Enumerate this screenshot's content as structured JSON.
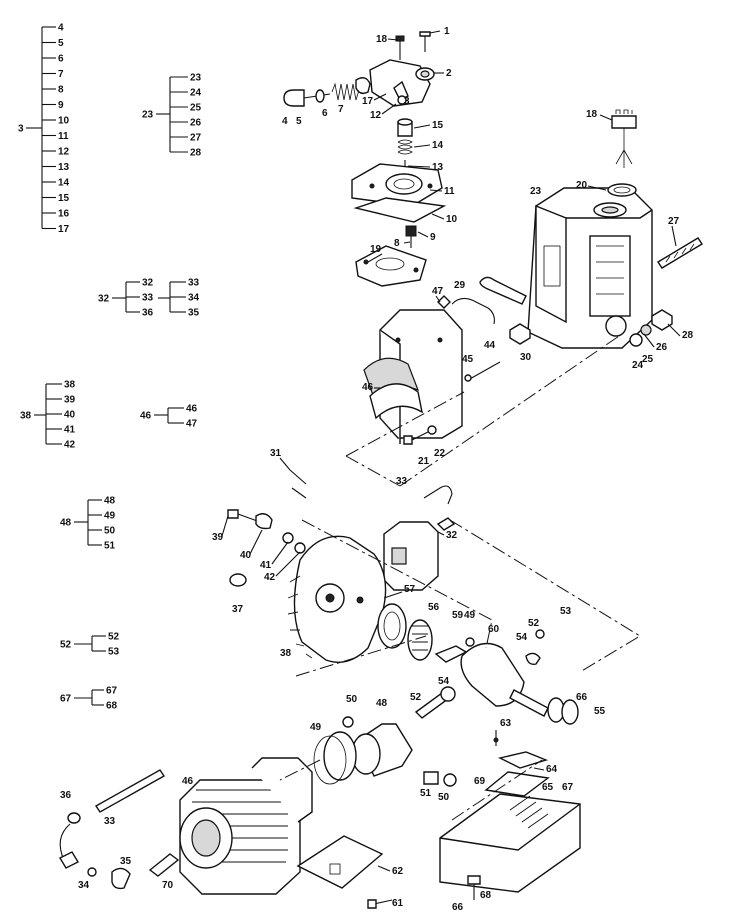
{
  "groups": [
    {
      "parent": "3",
      "children": [
        "4",
        "5",
        "6",
        "7",
        "8",
        "9",
        "10",
        "11",
        "12",
        "13",
        "14",
        "15",
        "16",
        "17"
      ]
    },
    {
      "parent": "23",
      "children": [
        "23",
        "24",
        "25",
        "26",
        "27",
        "28"
      ]
    },
    {
      "parent": "32",
      "children": [
        "32",
        "33",
        "36"
      ]
    },
    {
      "parent": "",
      "children": [
        "33",
        "34",
        "35"
      ]
    },
    {
      "parent": "38",
      "children": [
        "38",
        "39",
        "40",
        "41",
        "42"
      ]
    },
    {
      "parent": "46",
      "children": [
        "46",
        "47"
      ]
    },
    {
      "parent": "48",
      "children": [
        "48",
        "49",
        "50",
        "51"
      ]
    },
    {
      "parent": "52",
      "children": [
        "52",
        "53"
      ]
    },
    {
      "parent": "67",
      "children": [
        "67",
        "68"
      ]
    }
  ],
  "callouts": [
    {
      "id": "1",
      "label": "1"
    },
    {
      "id": "18a",
      "label": "18"
    },
    {
      "id": "2",
      "label": "2"
    },
    {
      "id": "4",
      "label": "4"
    },
    {
      "id": "5",
      "label": "5"
    },
    {
      "id": "6",
      "label": "6"
    },
    {
      "id": "7",
      "label": "7"
    },
    {
      "id": "17",
      "label": "17"
    },
    {
      "id": "12",
      "label": "12"
    },
    {
      "id": "3",
      "label": "3"
    },
    {
      "id": "15",
      "label": "15"
    },
    {
      "id": "14",
      "label": "14"
    },
    {
      "id": "13",
      "label": "13"
    },
    {
      "id": "11",
      "label": "11"
    },
    {
      "id": "10",
      "label": "10"
    },
    {
      "id": "9",
      "label": "9"
    },
    {
      "id": "8",
      "label": "8"
    },
    {
      "id": "18b",
      "label": "18"
    },
    {
      "id": "19",
      "label": "19"
    },
    {
      "id": "20",
      "label": "20"
    },
    {
      "id": "23",
      "label": "23"
    },
    {
      "id": "27",
      "label": "27"
    },
    {
      "id": "28",
      "label": "28"
    },
    {
      "id": "29",
      "label": "29"
    },
    {
      "id": "47",
      "label": "47"
    },
    {
      "id": "26",
      "label": "26"
    },
    {
      "id": "25",
      "label": "25"
    },
    {
      "id": "24",
      "label": "24"
    },
    {
      "id": "30",
      "label": "30"
    },
    {
      "id": "44",
      "label": "44"
    },
    {
      "id": "45",
      "label": "45"
    },
    {
      "id": "46a",
      "label": "46"
    },
    {
      "id": "21",
      "label": "21"
    },
    {
      "id": "22",
      "label": "22"
    },
    {
      "id": "31",
      "label": "31"
    },
    {
      "id": "33a",
      "label": "33"
    },
    {
      "id": "32",
      "label": "32"
    },
    {
      "id": "39",
      "label": "39"
    },
    {
      "id": "40",
      "label": "40"
    },
    {
      "id": "41",
      "label": "41"
    },
    {
      "id": "42",
      "label": "42"
    },
    {
      "id": "37",
      "label": "37"
    },
    {
      "id": "38",
      "label": "38"
    },
    {
      "id": "57",
      "label": "57"
    },
    {
      "id": "56",
      "label": "56"
    },
    {
      "id": "59",
      "label": "59"
    },
    {
      "id": "49a",
      "label": "49"
    },
    {
      "id": "60",
      "label": "60"
    },
    {
      "id": "52a",
      "label": "52"
    },
    {
      "id": "53",
      "label": "53"
    },
    {
      "id": "54a",
      "label": "54"
    },
    {
      "id": "54b",
      "label": "54"
    },
    {
      "id": "52b",
      "label": "52"
    },
    {
      "id": "50a",
      "label": "50"
    },
    {
      "id": "48",
      "label": "48"
    },
    {
      "id": "49b",
      "label": "49"
    },
    {
      "id": "66a",
      "label": "66"
    },
    {
      "id": "55",
      "label": "55"
    },
    {
      "id": "63",
      "label": "63"
    },
    {
      "id": "64",
      "label": "64"
    },
    {
      "id": "69",
      "label": "69"
    },
    {
      "id": "65",
      "label": "65"
    },
    {
      "id": "67",
      "label": "67"
    },
    {
      "id": "51",
      "label": "51"
    },
    {
      "id": "50b",
      "label": "50"
    },
    {
      "id": "36",
      "label": "36"
    },
    {
      "id": "33b",
      "label": "33"
    },
    {
      "id": "46b",
      "label": "46"
    },
    {
      "id": "35",
      "label": "35"
    },
    {
      "id": "34",
      "label": "34"
    },
    {
      "id": "70",
      "label": "70"
    },
    {
      "id": "62",
      "label": "62"
    },
    {
      "id": "61",
      "label": "61"
    },
    {
      "id": "66b",
      "label": "66"
    },
    {
      "id": "68",
      "label": "68"
    }
  ]
}
